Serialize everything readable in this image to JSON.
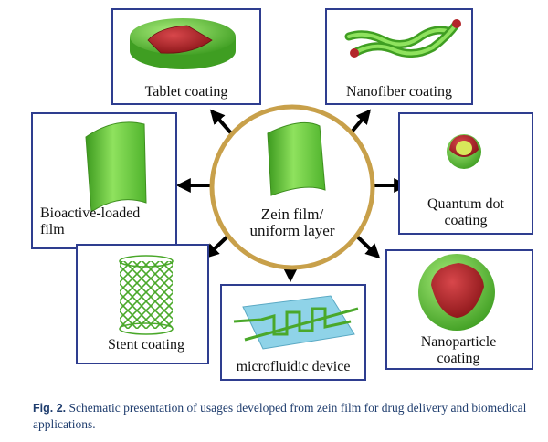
{
  "center": {
    "line1": "Zein film/",
    "line2": "uniform layer"
  },
  "boxes": {
    "tablet": "Tablet coating",
    "nanofiber": "Nanofiber coating",
    "bioactive_line1": "Bioactive-loaded",
    "bioactive_line2": "film",
    "quantum_line1": "Quantum dot",
    "quantum_line2": "coating",
    "stent": "Stent coating",
    "microfluidic": "microfluidic device",
    "nanoparticle_line1": "Nanoparticle",
    "nanoparticle_line2": "coating"
  },
  "caption": {
    "label": "Fig. 2.",
    "text": " Schematic presentation of usages developed from zein film for drug delivery and biomedical applications."
  },
  "colors": {
    "box_border": "#2e3d8f",
    "circle_border": "#c8a04a",
    "zein_green": "#6cc640",
    "drug_red": "#b3262a",
    "device_blue": "#8fd3e8",
    "arrow": "#000000"
  }
}
